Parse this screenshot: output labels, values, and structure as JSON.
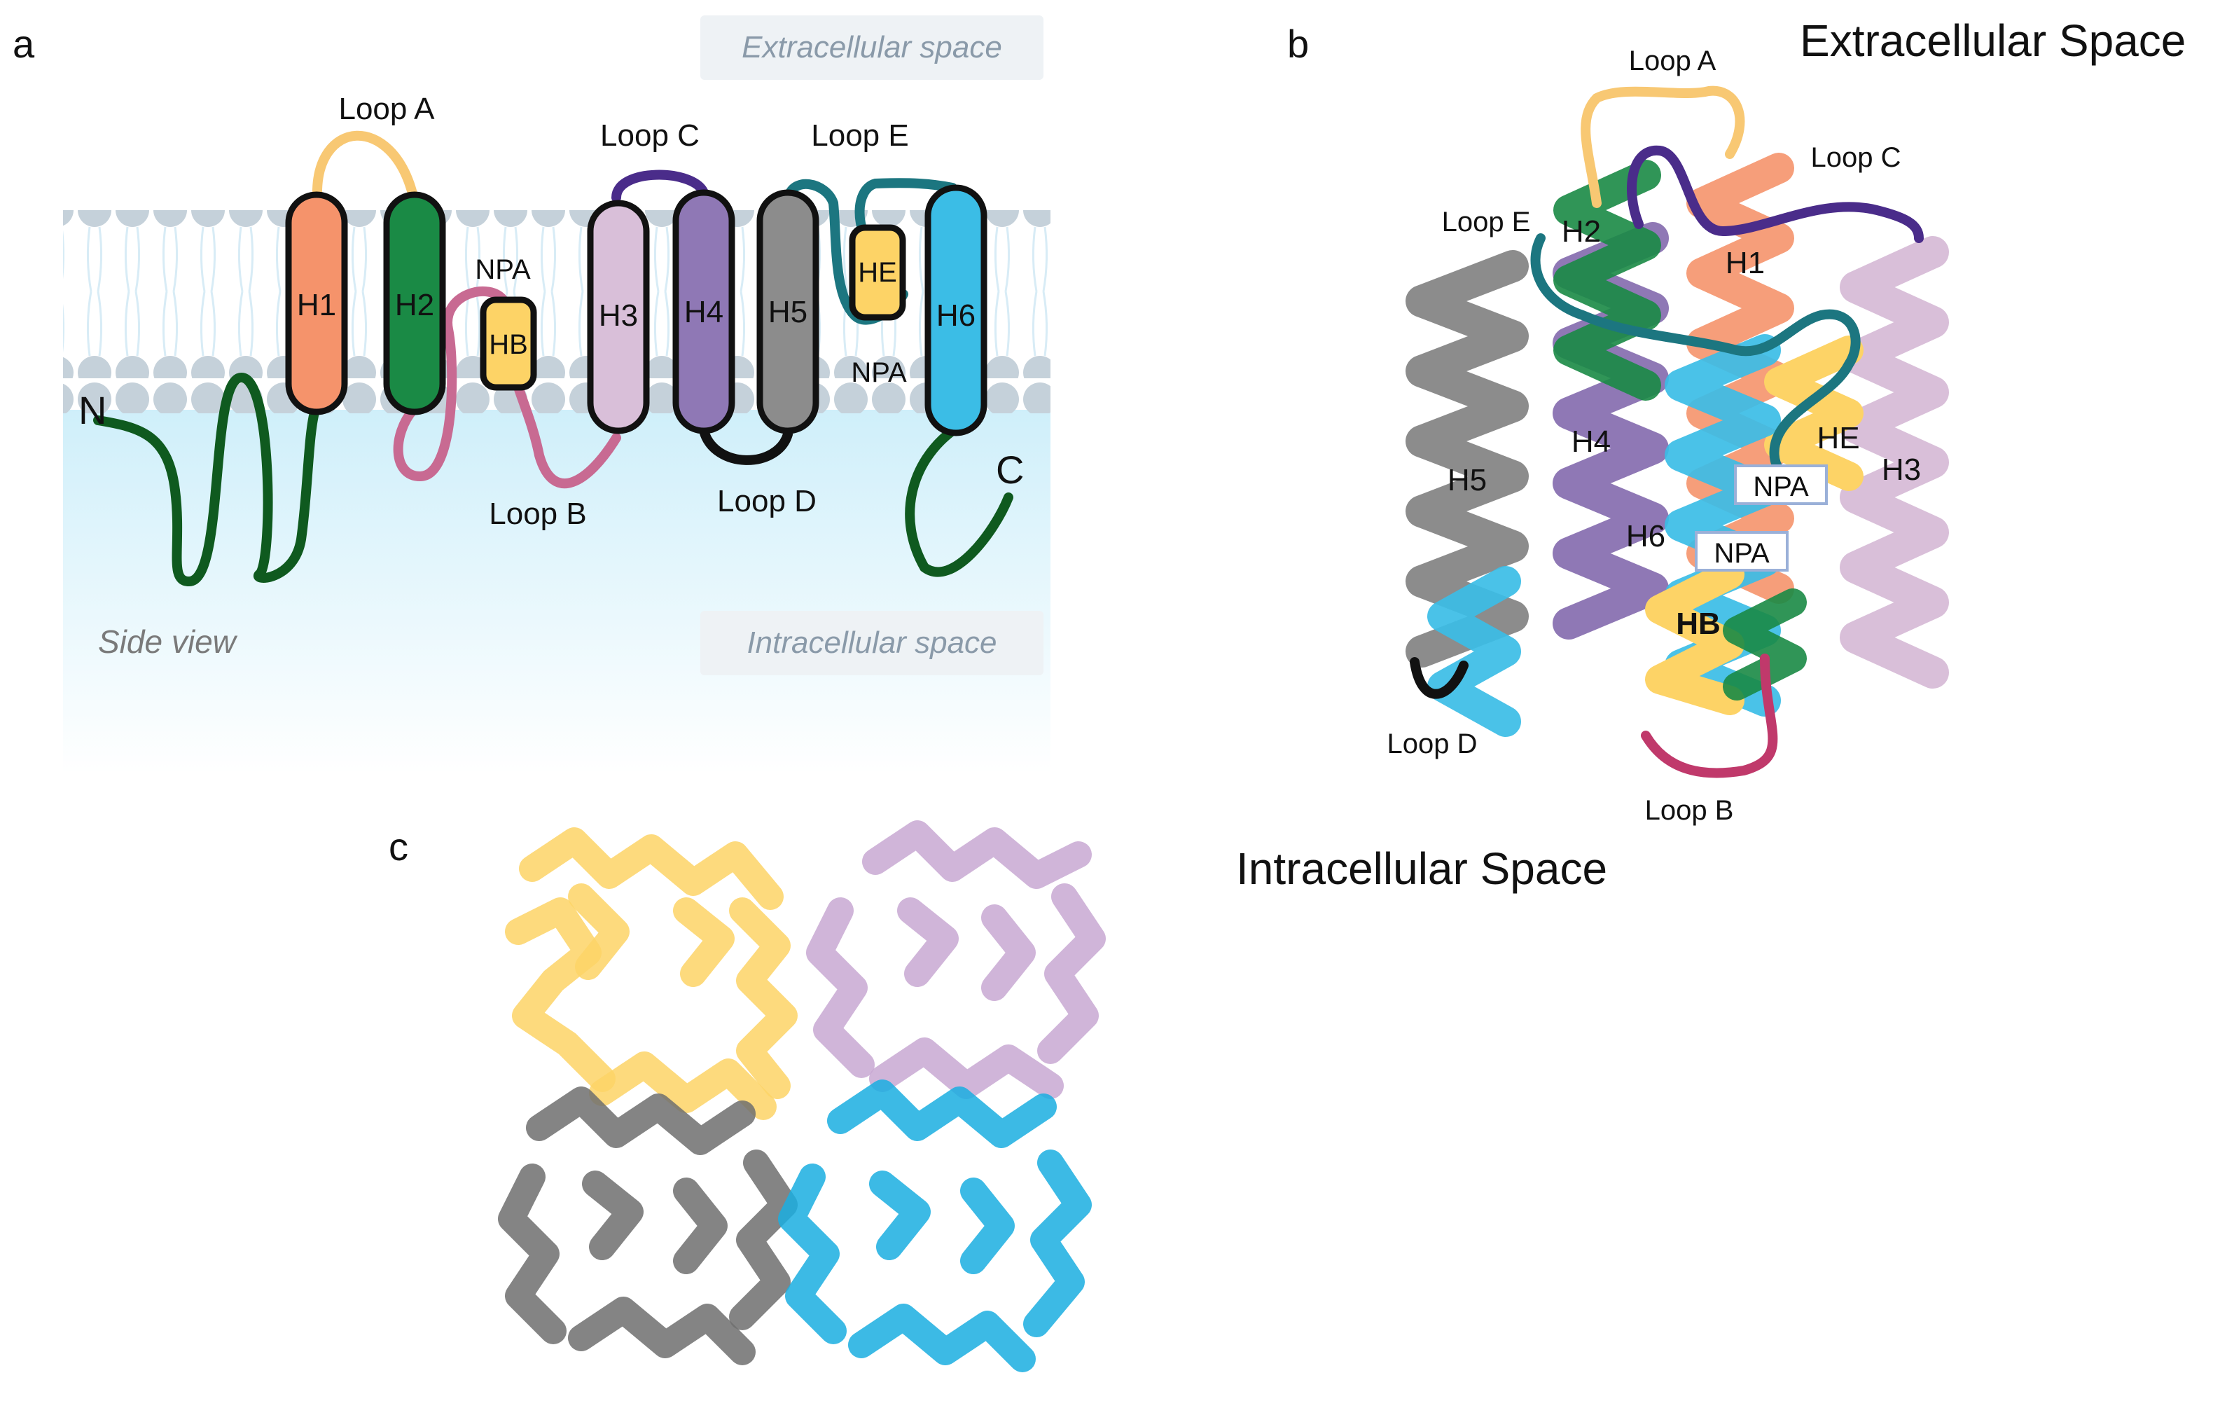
{
  "panels": {
    "a": {
      "label": "a",
      "extracellular": "Extracellular space",
      "intracellular": "Intracellular space",
      "side_view": "Side view",
      "n_terminus": "N",
      "c_terminus": "C",
      "helices": {
        "h1": "H1",
        "h2": "H2",
        "h3": "H3",
        "h4": "H4",
        "h5": "H5",
        "h6": "H6",
        "hb": "HB",
        "he": "HE"
      },
      "npa_top": "NPA",
      "npa_bottom": "NPA",
      "loops": {
        "a": "Loop A",
        "b": "Loop B",
        "c": "Loop C",
        "d": "Loop D",
        "e": "Loop E"
      }
    },
    "b": {
      "label": "b",
      "extracellular": "Extracellular Space",
      "intracellular": "Intracellular Space",
      "helices": {
        "h1": "H1",
        "h2": "H2",
        "h3": "H3",
        "h4": "H4",
        "h5": "H5",
        "h6": "H6",
        "hb": "HB",
        "he": "HE"
      },
      "npa1": "NPA",
      "npa2": "NPA",
      "loops": {
        "a": "Loop A",
        "b": "Loop B",
        "c": "Loop C",
        "d": "Loop D",
        "e": "Loop E"
      }
    },
    "c": {
      "label": "c"
    }
  },
  "colors": {
    "h1": "#f5936b",
    "h2": "#1a8a45",
    "h3": "#d9bfd9",
    "h4": "#8f78b5",
    "h5": "#8c8c8c",
    "h6": "#3bbde6",
    "hb": "#fdd366",
    "he": "#fdd366",
    "loop_a": "#f8c873",
    "loop_b": "#c86a92",
    "loop_c": "#4a2c8a",
    "loop_d": "#111111",
    "loop_e": "#1c7680",
    "n_term": "#0f5a1f",
    "membrane": "#c9d4dc",
    "cytosol": "#d9f3fb"
  }
}
